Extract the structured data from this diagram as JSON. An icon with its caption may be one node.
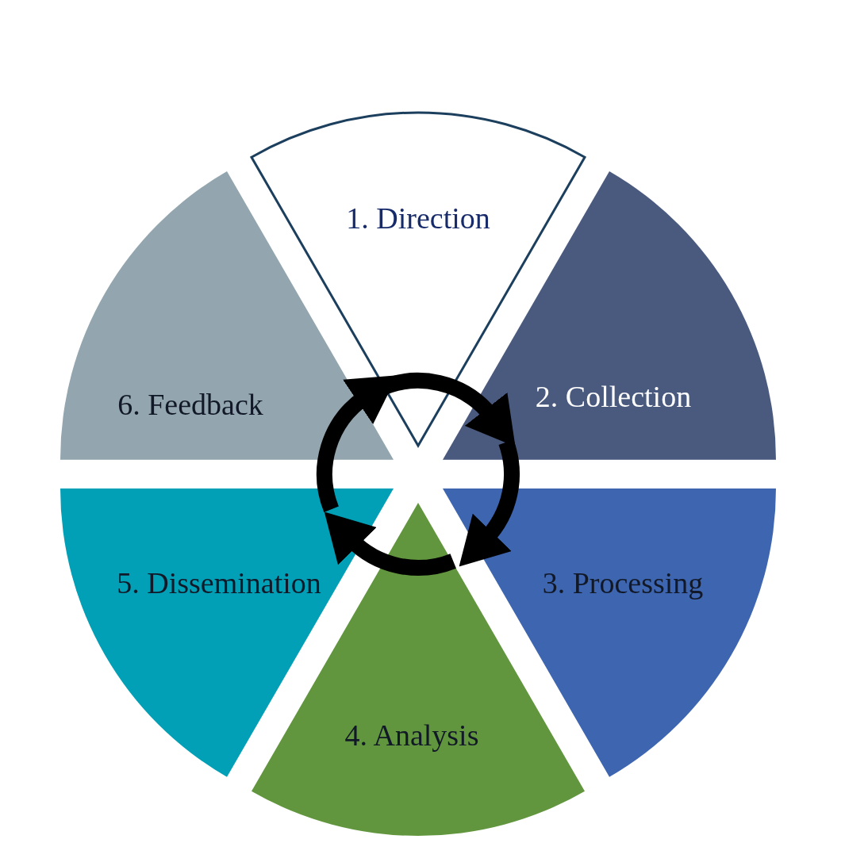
{
  "diagram": {
    "nodes": [
      {
        "text": [
          "1. Direction"
        ]
      },
      {
        "text": [
          "2. Collection"
        ]
      },
      {
        "text": [
          "3. Processing"
        ]
      },
      {
        "text": [
          "4. Analysis"
        ]
      },
      {
        "text": [
          "5. Dissemination"
        ]
      },
      {
        "text": [
          "6. Feedback"
        ]
      }
    ],
    "edges": [
      {
        "from": 0,
        "to": 1,
        "arrow": "to"
      },
      {
        "from": 1,
        "to": 2,
        "arrow": "to"
      },
      {
        "from": 3,
        "to": 4,
        "arrow": "to"
      },
      {
        "from": 4,
        "to": 5,
        "arrow": "to"
      }
    ]
  }
}
